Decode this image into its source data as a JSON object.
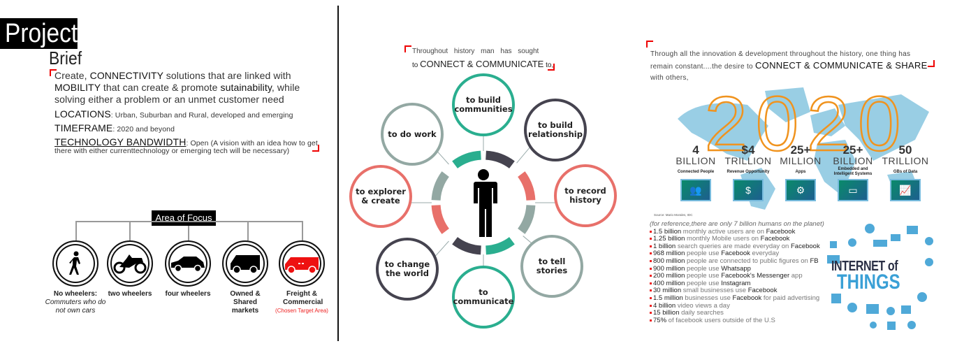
{
  "brief": {
    "title_line1": "Project",
    "title_line2": "Brief",
    "statement": {
      "p1": "Create, ",
      "k1": "CONNECTIVITY",
      "p2": " solutions that are linked with ",
      "k2": "MOBILITY",
      "p3": " that can create & promote ",
      "k3": "sutainability",
      "p4": ", while solving either a problem or an unmet customer need"
    },
    "locations_label": "LOCATIONS",
    "locations_value": ": Urban, Suburban and Rural, developed and emerging",
    "timeframe_label": "TIMEFRAME",
    "timeframe_value": ": 2020 and beyond",
    "tech_label": "TECHNOLOGY BANDWIDTH",
    "tech_value": ": Open (A vision with an idea how to get there with either currenttechnology or emerging tech will be necessary)"
  },
  "focus": {
    "title": "Area of Focus",
    "items": [
      {
        "label": "No wheelers:",
        "sub": "Commuters who do not own cars",
        "icon": "pedestrian-icon"
      },
      {
        "label": "two wheelers",
        "icon": "motorcycle-icon"
      },
      {
        "label": "four wheelers",
        "icon": "car-icon"
      },
      {
        "label": "Owned & Shared markets",
        "icon": "van-icon"
      },
      {
        "label": "Freight & Commercial",
        "sub": "(Chosen Target Area)",
        "icon": "delivery-van-icon"
      }
    ]
  },
  "middle": {
    "intro_line1": "Throughout history man has sought",
    "intro_pre": "to ",
    "intro_key": "CONNECT & COMMUNICATE",
    "intro_post": " to,",
    "bubbles": [
      "to build communities",
      "to build relationship",
      "to record history",
      "to tell stories",
      "to communicate",
      "to change the world",
      "to explorer & create",
      "to do work"
    ],
    "colors": {
      "teal": "#2aae8f",
      "dark": "#45434f",
      "red": "#e8706a",
      "grey": "#93a8a3"
    }
  },
  "right": {
    "intro_p1": "Through all the innovation & development throughout the history, one thing has remain constant....the desire to ",
    "intro_key": "CONNECT & COMMUNICATE & SHARE",
    "intro_p2": " with others,",
    "year": "2020",
    "stats": [
      {
        "num": "4",
        "unit": "BILLION",
        "desc": "Connected People",
        "icon": "people-icon"
      },
      {
        "num": "$4",
        "unit": "TRILLION",
        "desc": "Revenue Opportunity",
        "icon": "dollar-icon"
      },
      {
        "num": "25+",
        "unit": "MILLION",
        "desc": "Apps",
        "icon": "apps-icon"
      },
      {
        "num": "25+",
        "unit": "BILLION",
        "desc": "Embedded and Intelligent Systems",
        "icon": "monitor-icon"
      },
      {
        "num": "50",
        "unit": "TRILLION",
        "desc": "GBs of Data",
        "icon": "chart-icon"
      }
    ],
    "source": "Source: Mario Morales, IDC",
    "reference": "(for reference,there are only 7 billion humans on the planet)",
    "facts": [
      {
        "a": "1.5 billion",
        "b": " monthly active users are on ",
        "c": "Facebook"
      },
      {
        "a": "1.25 billion",
        "b": " monthly Mobile users on ",
        "c": "Facebook"
      },
      {
        "a": "1 billion",
        "b": " search queries are made everyday on ",
        "c": "Facebook"
      },
      {
        "a": "968 million",
        "b": " people use ",
        "c": "Facebook",
        "d": " everyday"
      },
      {
        "a": "800 million",
        "b": " people are connected to public figures on ",
        "c": "FB"
      },
      {
        "a": "900 million",
        "b": " people use ",
        "c": "Whatsapp"
      },
      {
        "a": "200 million",
        "b": " people use ",
        "c": "Facebook's Messenger",
        "d": " app"
      },
      {
        "a": "400 million",
        "b": " people use ",
        "c": "Instagram"
      },
      {
        "a": "30 million",
        "b": " small businesses use ",
        "c": "Facebook"
      },
      {
        "a": "1.5 million",
        "b": " businesses use ",
        "c": "Facebook",
        "d": " for paid advertising"
      },
      {
        "a": "4 billion",
        "b": " video views a day"
      },
      {
        "a": "15 billion",
        "b": " daily searches"
      },
      {
        "a": "75%",
        "b": " of facebook users outside of the U.S"
      }
    ],
    "iot_line1": "INTERNET of",
    "iot_line2": "THINGS"
  }
}
